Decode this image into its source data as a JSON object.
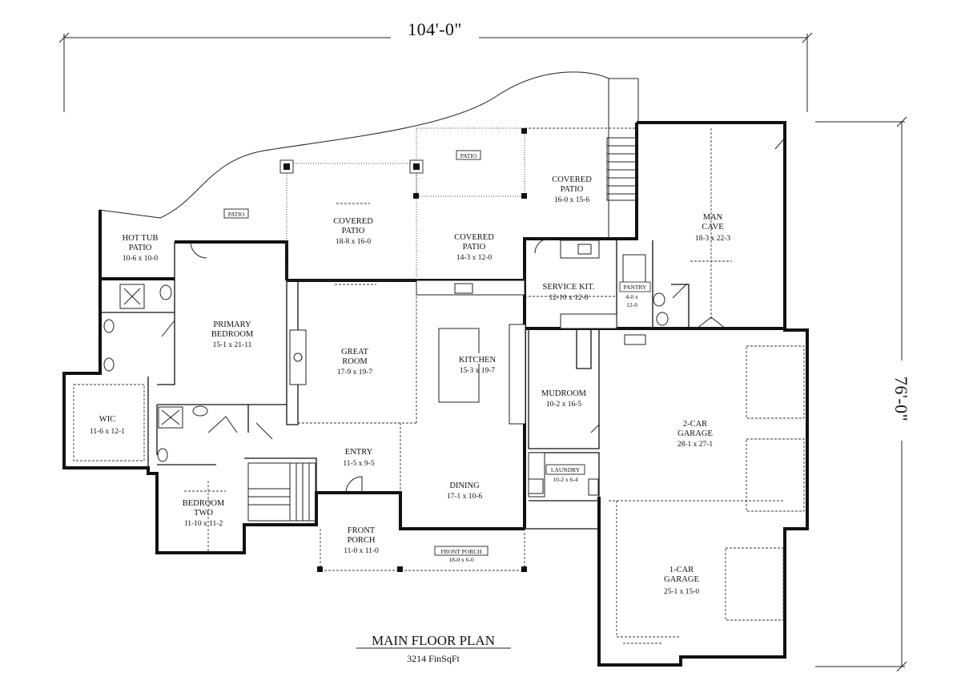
{
  "dimensions": {
    "width_label": "104'-0\"",
    "depth_label": "76'-0\""
  },
  "title": {
    "main": "MAIN FLOOR PLAN",
    "sub": "3214 FinSqFt"
  },
  "rooms": {
    "hot_tub_patio": {
      "name": "HOT TUB",
      "name2": "PATIO",
      "dim": "10-6 x 10-0"
    },
    "patio_left": {
      "name": "PATIO"
    },
    "patio_top": {
      "name": "PATIO"
    },
    "covered_patio_center": {
      "name": "COVERED",
      "name2": "PATIO",
      "dim": "18-8 x 16-0"
    },
    "covered_patio_right": {
      "name": "COVERED",
      "name2": "PATIO",
      "dim": "14-3 x 12-0"
    },
    "covered_patio_top": {
      "name": "COVERED",
      "name2": "PATIO",
      "dim": "16-0 x 15-6"
    },
    "man_cave": {
      "name": "MAN",
      "name2": "CAVE",
      "dim": "18-3 x 22-3"
    },
    "primary_bedroom": {
      "name": "PRIMARY",
      "name2": "BEDROOM",
      "dim": "15-1 x 21-11"
    },
    "great_room": {
      "name": "GREAT",
      "name2": "ROOM",
      "dim": "17-9 x 19-7"
    },
    "kitchen": {
      "name": "KITCHEN",
      "dim": "15-3 x 19-7"
    },
    "service_kit": {
      "name": "SERVICE KIT.",
      "dim": "12-10 x 12-0"
    },
    "pantry": {
      "name": "PANTRY",
      "dim": "4-0 x",
      "dim2": "12-0"
    },
    "mudroom": {
      "name": "MUDROOM",
      "dim": "10-2 x 16-5"
    },
    "laundry": {
      "name": "LAUNDRY",
      "dim": "10-2 x 6-4"
    },
    "two_car_garage": {
      "name": "2-CAR",
      "name2": "GARAGE",
      "dim": "28-1 x 27-1"
    },
    "one_car_garage": {
      "name": "1-CAR",
      "name2": "GARAGE",
      "dim": "25-1 x 15-0"
    },
    "wic": {
      "name": "WIC",
      "dim": "11-6 x 12-1"
    },
    "entry": {
      "name": "ENTRY",
      "dim": "11-5 x 9-5"
    },
    "dining": {
      "name": "DINING",
      "dim": "17-1 x 10-6"
    },
    "front_porch": {
      "name": "FRONT",
      "name2": "PORCH",
      "dim": "11-0 x 11-0"
    },
    "front_porch_strip": {
      "name": "FRONT PORCH",
      "dim": "18-0 x 6-0"
    },
    "bedroom_two": {
      "name": "BEDROOM",
      "name2": "TWO",
      "dim": "11-10 x 11-2"
    }
  }
}
